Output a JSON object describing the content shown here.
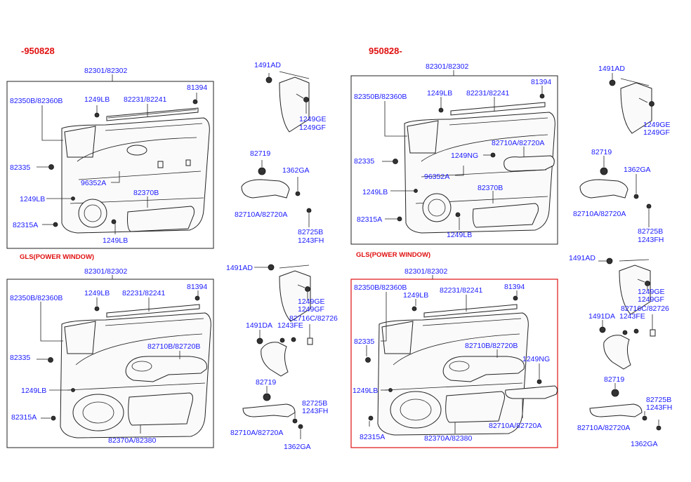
{
  "headers": {
    "left_top": "-950828",
    "right_top": "950828-",
    "left_bottom": "GLS(POWER WINDOW)",
    "right_bottom": "GLS(POWER WINDOW)"
  },
  "labels": {
    "q1": {
      "title": "82301/82302",
      "a": "82350B/82360B",
      "b": "1249LB",
      "c": "82231/82241",
      "d": "81394",
      "e": "82335",
      "f": "96352A",
      "g": "82370B",
      "h": "1249LB",
      "i": "82315A",
      "j": "1249LB"
    },
    "q2": {
      "a": "1491AD",
      "b": "1249GE",
      "c": "1249GF",
      "d": "82719",
      "e": "1362GA",
      "f": "82710A/82720A",
      "g": "82725B",
      "h": "1243FH"
    },
    "q3": {
      "title": "82301/82302",
      "a": "82350B/82360B",
      "b": "1249LB",
      "c": "82231/82241",
      "d": "81394",
      "e": "1249NG",
      "f": "82710A/82720A",
      "g": "82335",
      "h": "96352A",
      "i": "82370B",
      "j": "1249LB",
      "k": "82315A",
      "l": "1249LB"
    },
    "q4": {
      "a": "1491AD",
      "b": "1249GE",
      "c": "1249GF",
      "d": "82719",
      "e": "1362GA",
      "f": "82710A/82720A",
      "g": "82725B",
      "h": "1243FH"
    },
    "q5": {
      "title": "82301/82302",
      "a": "82350B/82360B",
      "b": "1249LB",
      "c": "82231/82241",
      "d": "81394",
      "e": "82335",
      "f": "82710B/82720B",
      "g": "1249LB",
      "h": "82315A",
      "i": "82370A/82380"
    },
    "q6": {
      "a": "1491AD",
      "b": "1249GE",
      "c": "1249GF",
      "d": "1491DA",
      "e": "1243FE",
      "f": "82716C/82726",
      "g": "82719",
      "h": "82725B",
      "i": "1243FH",
      "j": "82710A/82720A",
      "k": "1362GA"
    },
    "q7": {
      "title": "82301/82302",
      "a": "82350B/82360B",
      "b": "1249LB",
      "c": "82231/82241",
      "d": "81394",
      "e": "82335",
      "f": "82710B/82720B",
      "g": "1249NG",
      "h": "1249LB",
      "i": "82315A",
      "j": "82370A/82380",
      "k": "82710A/82720A"
    },
    "q8": {
      "a": "1491AD",
      "b": "1249GE",
      "c": "1249GF",
      "d": "82716C/82726",
      "e": "1491DA",
      "f": "1243FE",
      "g": "82719",
      "h": "82725B",
      "i": "1243FH",
      "j": "82710A/82720A",
      "k": "1362GA"
    }
  }
}
